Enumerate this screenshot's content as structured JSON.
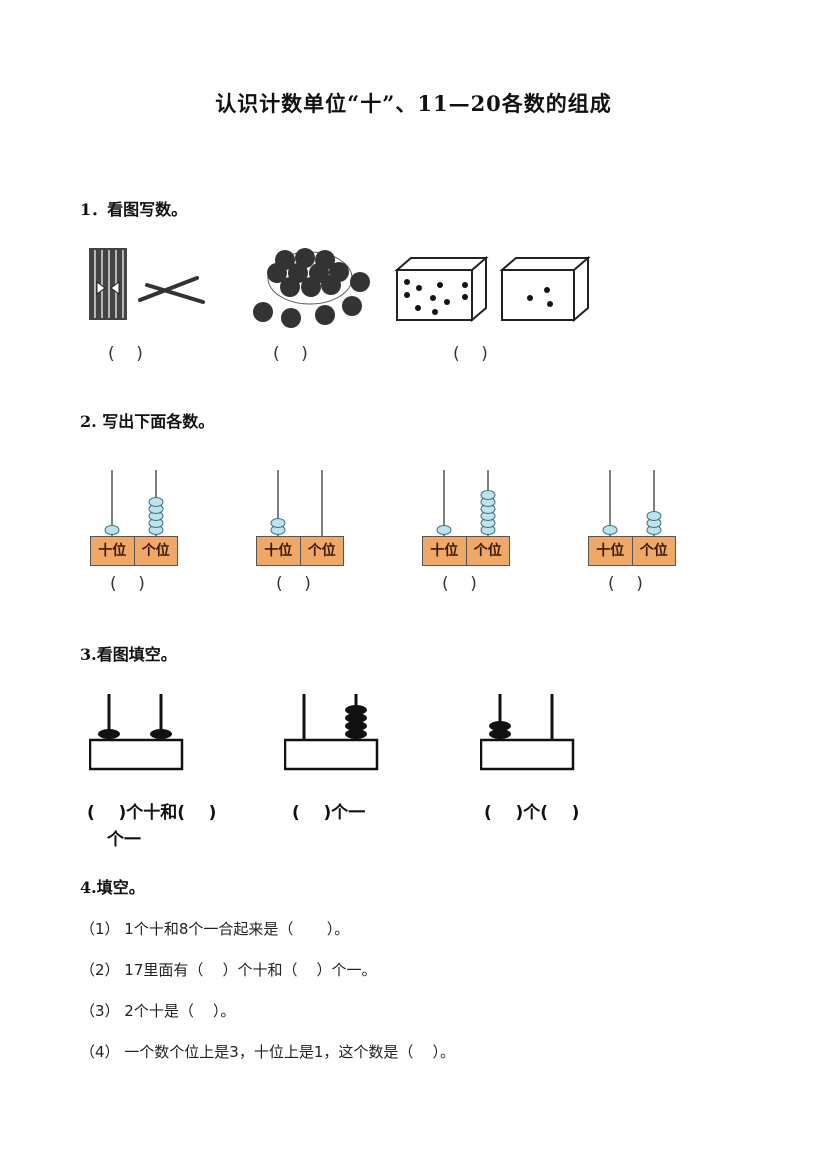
{
  "title": "认识计数单位“十”、11—20各数的组成",
  "section1": {
    "heading": "1．看图写数。",
    "blanks": [
      "(    )",
      "(    )",
      "(    )"
    ]
  },
  "section2": {
    "heading": "2. 写出下面各数。",
    "tens_label": "十位",
    "ones_label": "个位",
    "bead_color": "#bfe3ec",
    "box_color": "#f0a868",
    "abacuses": [
      {
        "tens": 1,
        "ones": 5
      },
      {
        "tens": 2,
        "ones": 0
      },
      {
        "tens": 1,
        "ones": 6
      },
      {
        "tens": 1,
        "ones": 3
      }
    ],
    "blank": "(    )"
  },
  "section3": {
    "heading": "3.看图填空。",
    "abacuses": [
      {
        "tens": 1,
        "ones": 1,
        "label_line1": "(    )个十和(    )",
        "label_line2": "个一"
      },
      {
        "tens": 0,
        "ones": 4,
        "label_line1": "(    )个一",
        "label_line2": ""
      },
      {
        "tens": 2,
        "ones": 0,
        "label_line1": "(    )个(    )",
        "label_line2": ""
      }
    ]
  },
  "section4": {
    "heading": "4.填空。",
    "items": [
      "（1） 1个十和8个一合起来是（       ）。",
      "（2） 17里面有（    ）个十和（    ）个一。",
      "（3） 2个十是（    ）。",
      "（4） 一个数个位上是3，十位上是1，这个数是（    ）。"
    ]
  }
}
